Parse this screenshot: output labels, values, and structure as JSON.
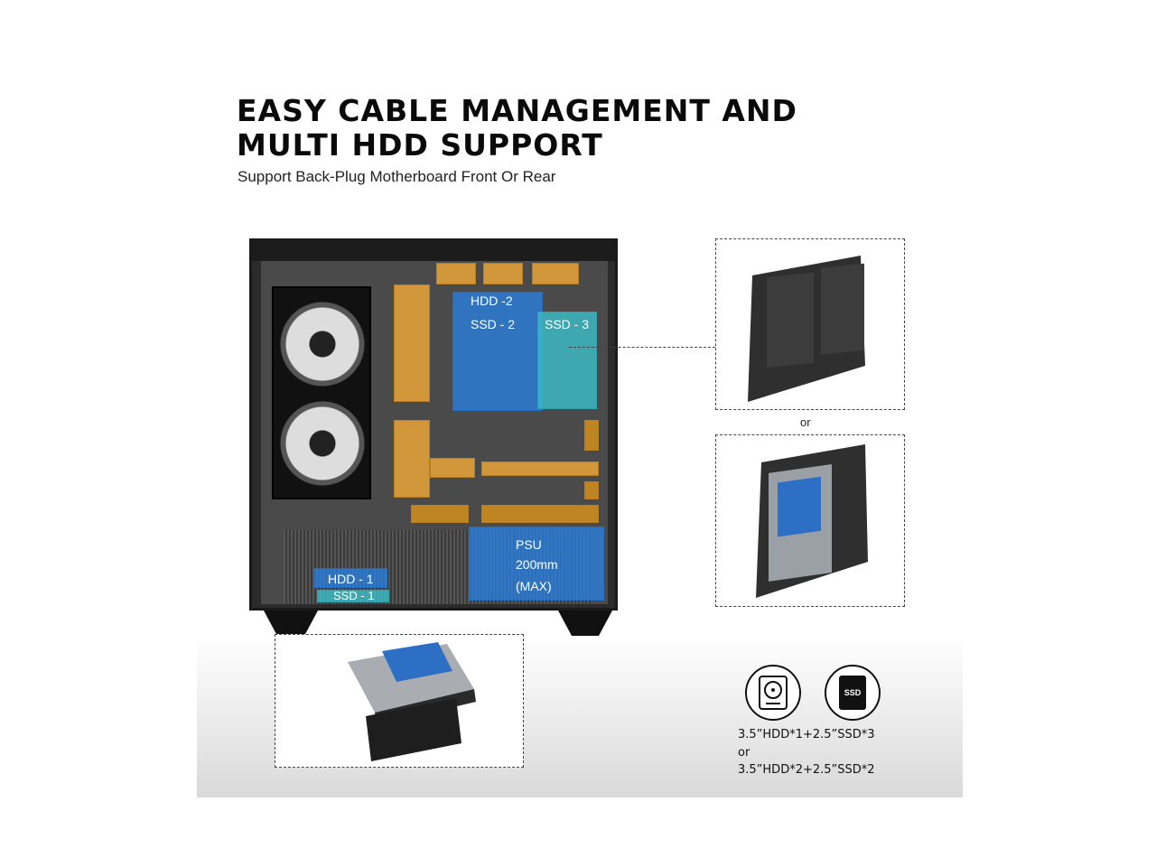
{
  "header": {
    "title_line1": "EASY CABLE MANAGEMENT AND",
    "title_line2": "MULTI HDD SUPPORT",
    "subtitle": "Support Back-Plug Motherboard Front Or Rear"
  },
  "diagram": {
    "hdd2": "HDD -2",
    "ssd2": "SSD - 2",
    "ssd3": "SSD - 3",
    "psu_line1": "PSU",
    "psu_line2": "200mm",
    "psu_line3": "(MAX)",
    "hdd1": "HDD - 1",
    "ssd1": "SSD - 1"
  },
  "side": {
    "or": "or",
    "ssd_icon_text": "SSD"
  },
  "spec": {
    "line1": "3.5”HDD*1+2.5”SSD*3",
    "line2": "or",
    "line3": "3.5”HDD*2+2.5”SSD*2"
  },
  "colors": {
    "accent_orange": "#e9a537",
    "accent_blue": "#2882e6",
    "accent_teal": "#3cbec8"
  }
}
